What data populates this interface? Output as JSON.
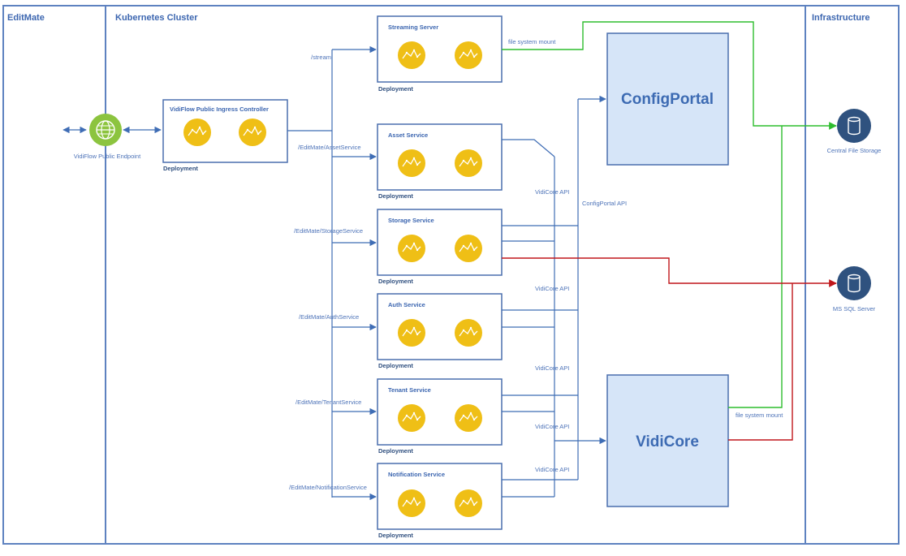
{
  "lanes": {
    "editmate": "EditMate",
    "kubernetes": "Kubernetes Cluster",
    "infrastructure": "Infrastructure"
  },
  "endpoint": {
    "label": "VidiFlow Public Endpoint"
  },
  "ingress": {
    "title": "VidiFlow Public Ingress Controller",
    "deployment": "Deployment"
  },
  "services": [
    {
      "title": "Streaming Server",
      "deployment": "Deployment",
      "route": "/stream"
    },
    {
      "title": "Asset Service",
      "deployment": "Deployment",
      "route": "/EditMate/AssetService"
    },
    {
      "title": "Storage Service",
      "deployment": "Deployment",
      "route": "/EditMate/StorageService"
    },
    {
      "title": "Auth Service",
      "deployment": "Deployment",
      "route": "/EditMate/AuthService"
    },
    {
      "title": "Tenant Service",
      "deployment": "Deployment",
      "route": "/EditMate/TenantService"
    },
    {
      "title": "Notification Service",
      "deployment": "Deployment",
      "route": "/EditMate/NotificationService"
    }
  ],
  "config_portal": {
    "title": "ConfigPortal",
    "api_label": "ConfigPortal API"
  },
  "vidicore": {
    "title": "VidiCore",
    "api_label": "VidiCore API"
  },
  "mount_label": "file system mount",
  "infra": {
    "file_storage": "Central File Storage",
    "sql": "MS SQL Server"
  },
  "colors": {
    "lane_border": "#5e82c0",
    "line_blue": "#3f6db5",
    "line_green": "#2ebd2e",
    "line_red": "#c0171b",
    "pod_yellow": "#efbf16",
    "endpoint_green": "#8cc43f",
    "db_navy": "#2f527f",
    "portal_fill": "#d6e5f8"
  },
  "icons": {
    "pod": "pod-icon",
    "endpoint": "globe-icon",
    "db": "database-icon"
  }
}
